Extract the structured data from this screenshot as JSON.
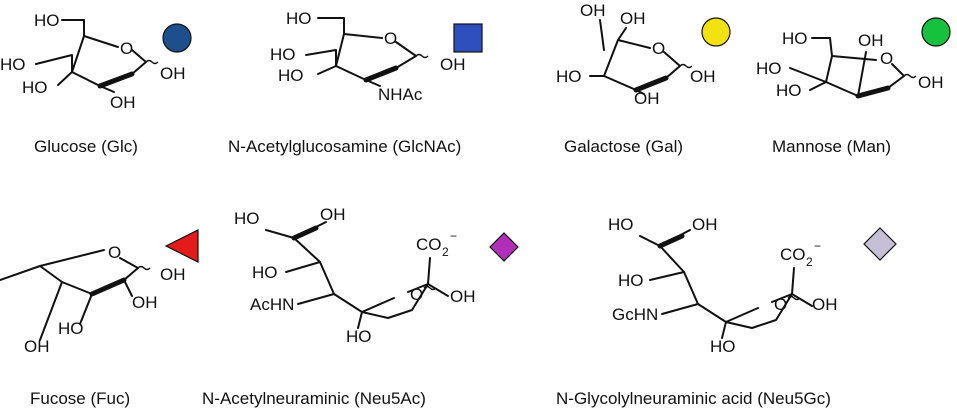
{
  "sugars": [
    {
      "name": "Glucose (Glc)",
      "symbol": "filled-circle",
      "color": "#1f4e8c",
      "labels": {
        "oh6": "HO",
        "oh4": "HO",
        "oh3": "HO",
        "oh2": "OH",
        "oh1": "OH",
        "ring_o": "O"
      }
    },
    {
      "name": "N-Acetylglucosamine (GlcNAc)",
      "symbol": "filled-square",
      "color": "#2f4fbf",
      "labels": {
        "oh6": "HO",
        "oh4": "HO",
        "oh3": "HO",
        "nhac": "NHAc",
        "oh1": "OH",
        "ring_o": "O"
      }
    },
    {
      "name": "Galactose (Gal)",
      "symbol": "filled-circle",
      "color": "#f2e20f",
      "labels": {
        "oh4": "OH",
        "oh6": "OH",
        "oh3": "HO",
        "oh2": "OH",
        "oh1": "OH",
        "ring_o": "O"
      }
    },
    {
      "name": "Mannose (Man)",
      "symbol": "filled-circle",
      "color": "#16c13e",
      "labels": {
        "oh6": "HO",
        "oh4": "HO",
        "oh3": "HO",
        "oh2": "OH",
        "oh1": "OH",
        "ring_o": "O"
      }
    },
    {
      "name": "Fucose (Fuc)",
      "symbol": "filled-triangle",
      "color": "#e31b1b",
      "labels": {
        "oh1": "OH",
        "oh2": "OH",
        "oh3": "HO",
        "oh4": "OH",
        "ring_o": "O"
      }
    },
    {
      "name": "N-Acetylneuraminic (Neu5Ac)",
      "symbol": "filled-diamond",
      "color": "#b12fb8",
      "labels": {
        "oh9": "HO",
        "oh8": "OH",
        "oh7": "HO",
        "nh": "AcHN",
        "oh4": "HO",
        "oh2": "OH",
        "co2": "CO",
        "co2_sub": "2",
        "co2_sup": "−",
        "ring_o": "O"
      }
    },
    {
      "name": "N-Glycolylneuraminic acid (Neu5Gc)",
      "symbol": "filled-diamond",
      "color": "#c7bfd6",
      "labels": {
        "oh9": "HO",
        "oh8": "OH",
        "oh7": "HO",
        "nh": "GcHN",
        "oh4": "HO",
        "oh2": "OH",
        "co2": "CO",
        "co2_sub": "2",
        "co2_sup": "−",
        "ring_o": "O"
      }
    }
  ]
}
